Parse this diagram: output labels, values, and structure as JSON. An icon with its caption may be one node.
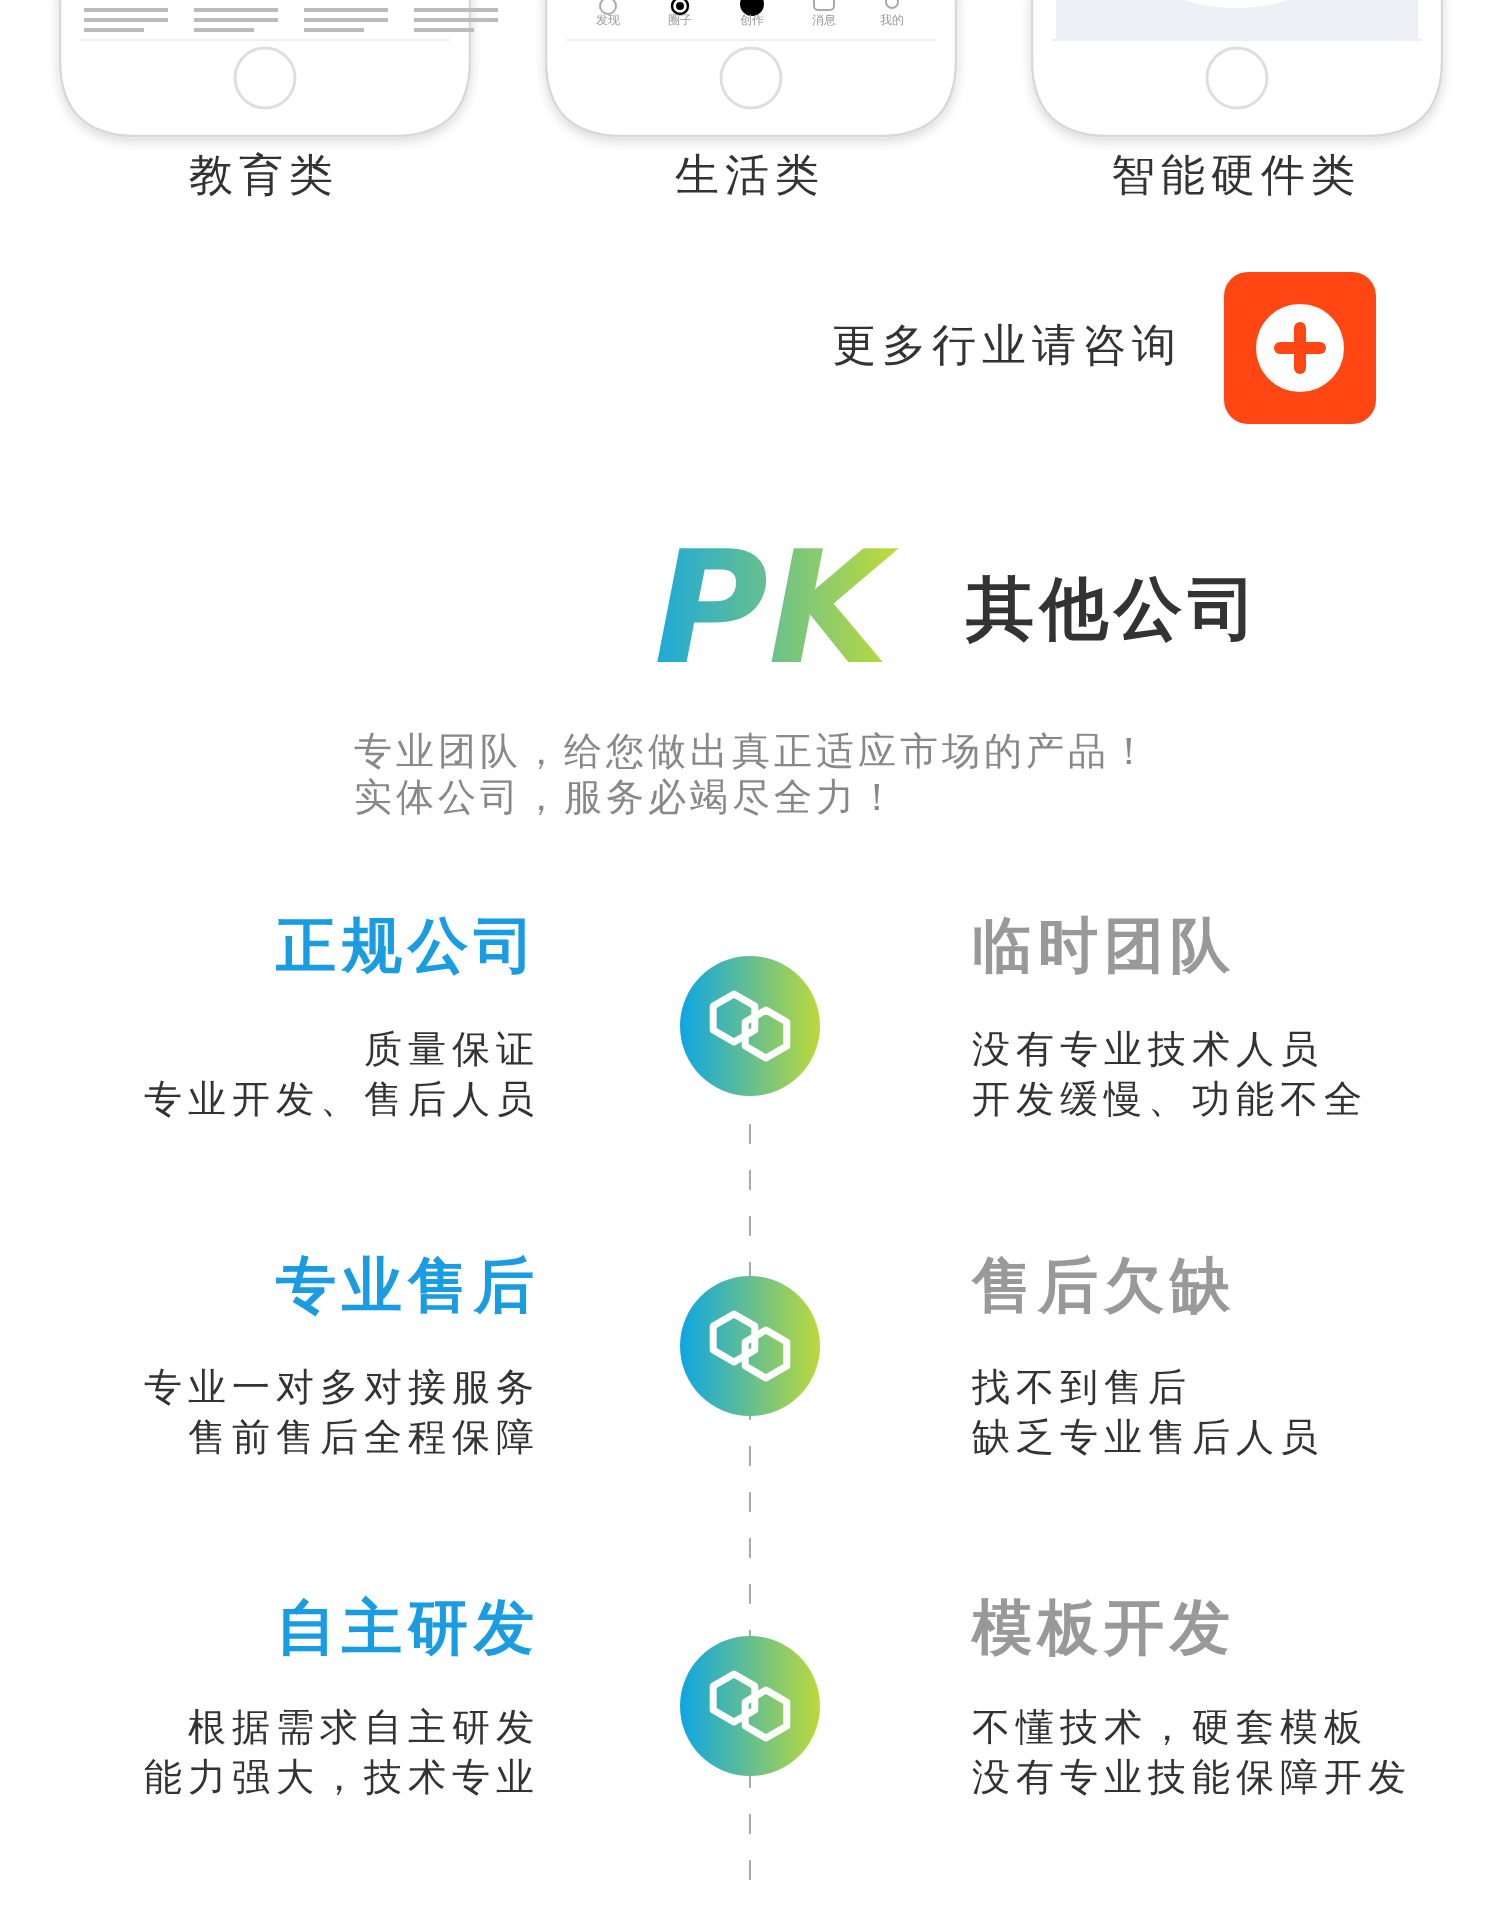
{
  "diagram": {
    "labels": [
      "发现",
      "圈子",
      "创作",
      "消息",
      "我的",
      "教育类",
      "生活类",
      "智能硬件类",
      "更多行业请咨询",
      "PK",
      "其他公司",
      "专业团队，给您做出真正适应市场的产品！",
      "实体公司，服务必竭尽全力！",
      "正规公司",
      "临时团队",
      "质量保证",
      "专业开发、售后人员",
      "没有专业技术人员",
      "开发缓慢、功能不全",
      "专业售后",
      "售后欠缺",
      "专业一对多对接服务",
      "售前售后全程保障",
      "找不到售后",
      "缺乏专业售后人员",
      "自主研发",
      "模板开发",
      "根据需求自主研发",
      "能力强大，技术专业",
      "不懂技术，硬套模板",
      "没有专业技能保障开发"
    ]
  }
}
